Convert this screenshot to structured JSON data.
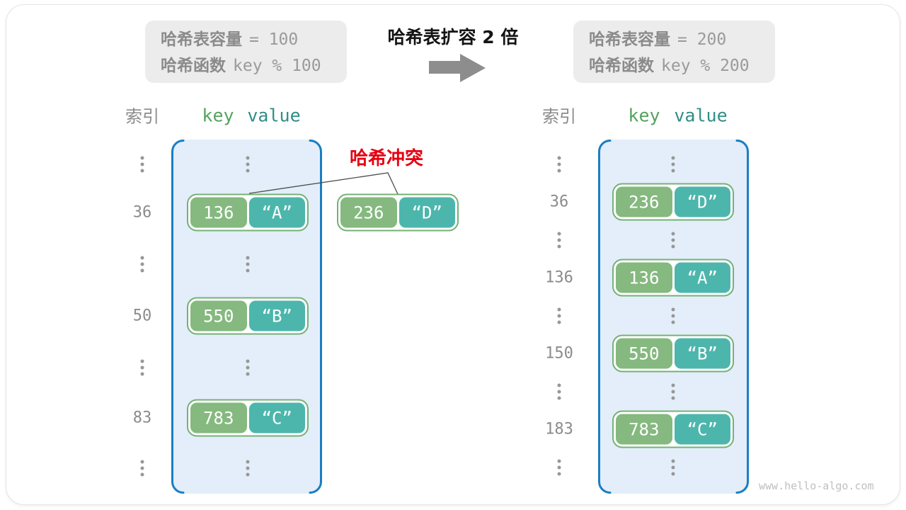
{
  "transition": {
    "title": "哈希表扩容 2 倍"
  },
  "left_info": {
    "line1_label": "哈希表容量",
    "line1_value": "= 100",
    "line2_label": "哈希函数",
    "line2_value": "key % 100"
  },
  "right_info": {
    "line1_label": "哈希表容量",
    "line1_value": "= 200",
    "line2_label": "哈希函数",
    "line2_value": "key % 200"
  },
  "left_table": {
    "index_header": "索引",
    "key_header": "key",
    "value_header": "value",
    "rows": [
      {
        "type": "dots"
      },
      {
        "index": "36",
        "key": "136",
        "value": "“A”"
      },
      {
        "type": "dots"
      },
      {
        "index": "50",
        "key": "550",
        "value": "“B”"
      },
      {
        "type": "dots"
      },
      {
        "index": "83",
        "key": "783",
        "value": "“C”"
      },
      {
        "type": "dots"
      }
    ]
  },
  "right_table": {
    "index_header": "索引",
    "key_header": "key",
    "value_header": "value",
    "rows": [
      {
        "type": "dots"
      },
      {
        "index": "36",
        "key": "236",
        "value": "“D”"
      },
      {
        "type": "dots"
      },
      {
        "index": "136",
        "key": "136",
        "value": "“A”"
      },
      {
        "type": "dots"
      },
      {
        "index": "150",
        "key": "550",
        "value": "“B”"
      },
      {
        "type": "dots"
      },
      {
        "index": "183",
        "key": "783",
        "value": "“C”"
      },
      {
        "type": "dots"
      }
    ]
  },
  "collision": {
    "label": "哈希冲突",
    "pair": {
      "key": "236",
      "value": "“D”"
    }
  },
  "watermark": "www.hello-algo.com",
  "colors": {
    "table_border_blue": "#1b7ec2",
    "table_fill_blue": "#e3eefa",
    "pair_key_green": "#85b97f",
    "pair_value_teal": "#4db6ac",
    "pair_border_green": "#74b174",
    "key_header_green": "#55a25f",
    "value_header_teal": "#2f8e85",
    "collision_red": "#e60012",
    "gray_text": "#8b8b8b",
    "arrow_gray": "#8d8d8d",
    "info_box_bg": "#ececec"
  }
}
